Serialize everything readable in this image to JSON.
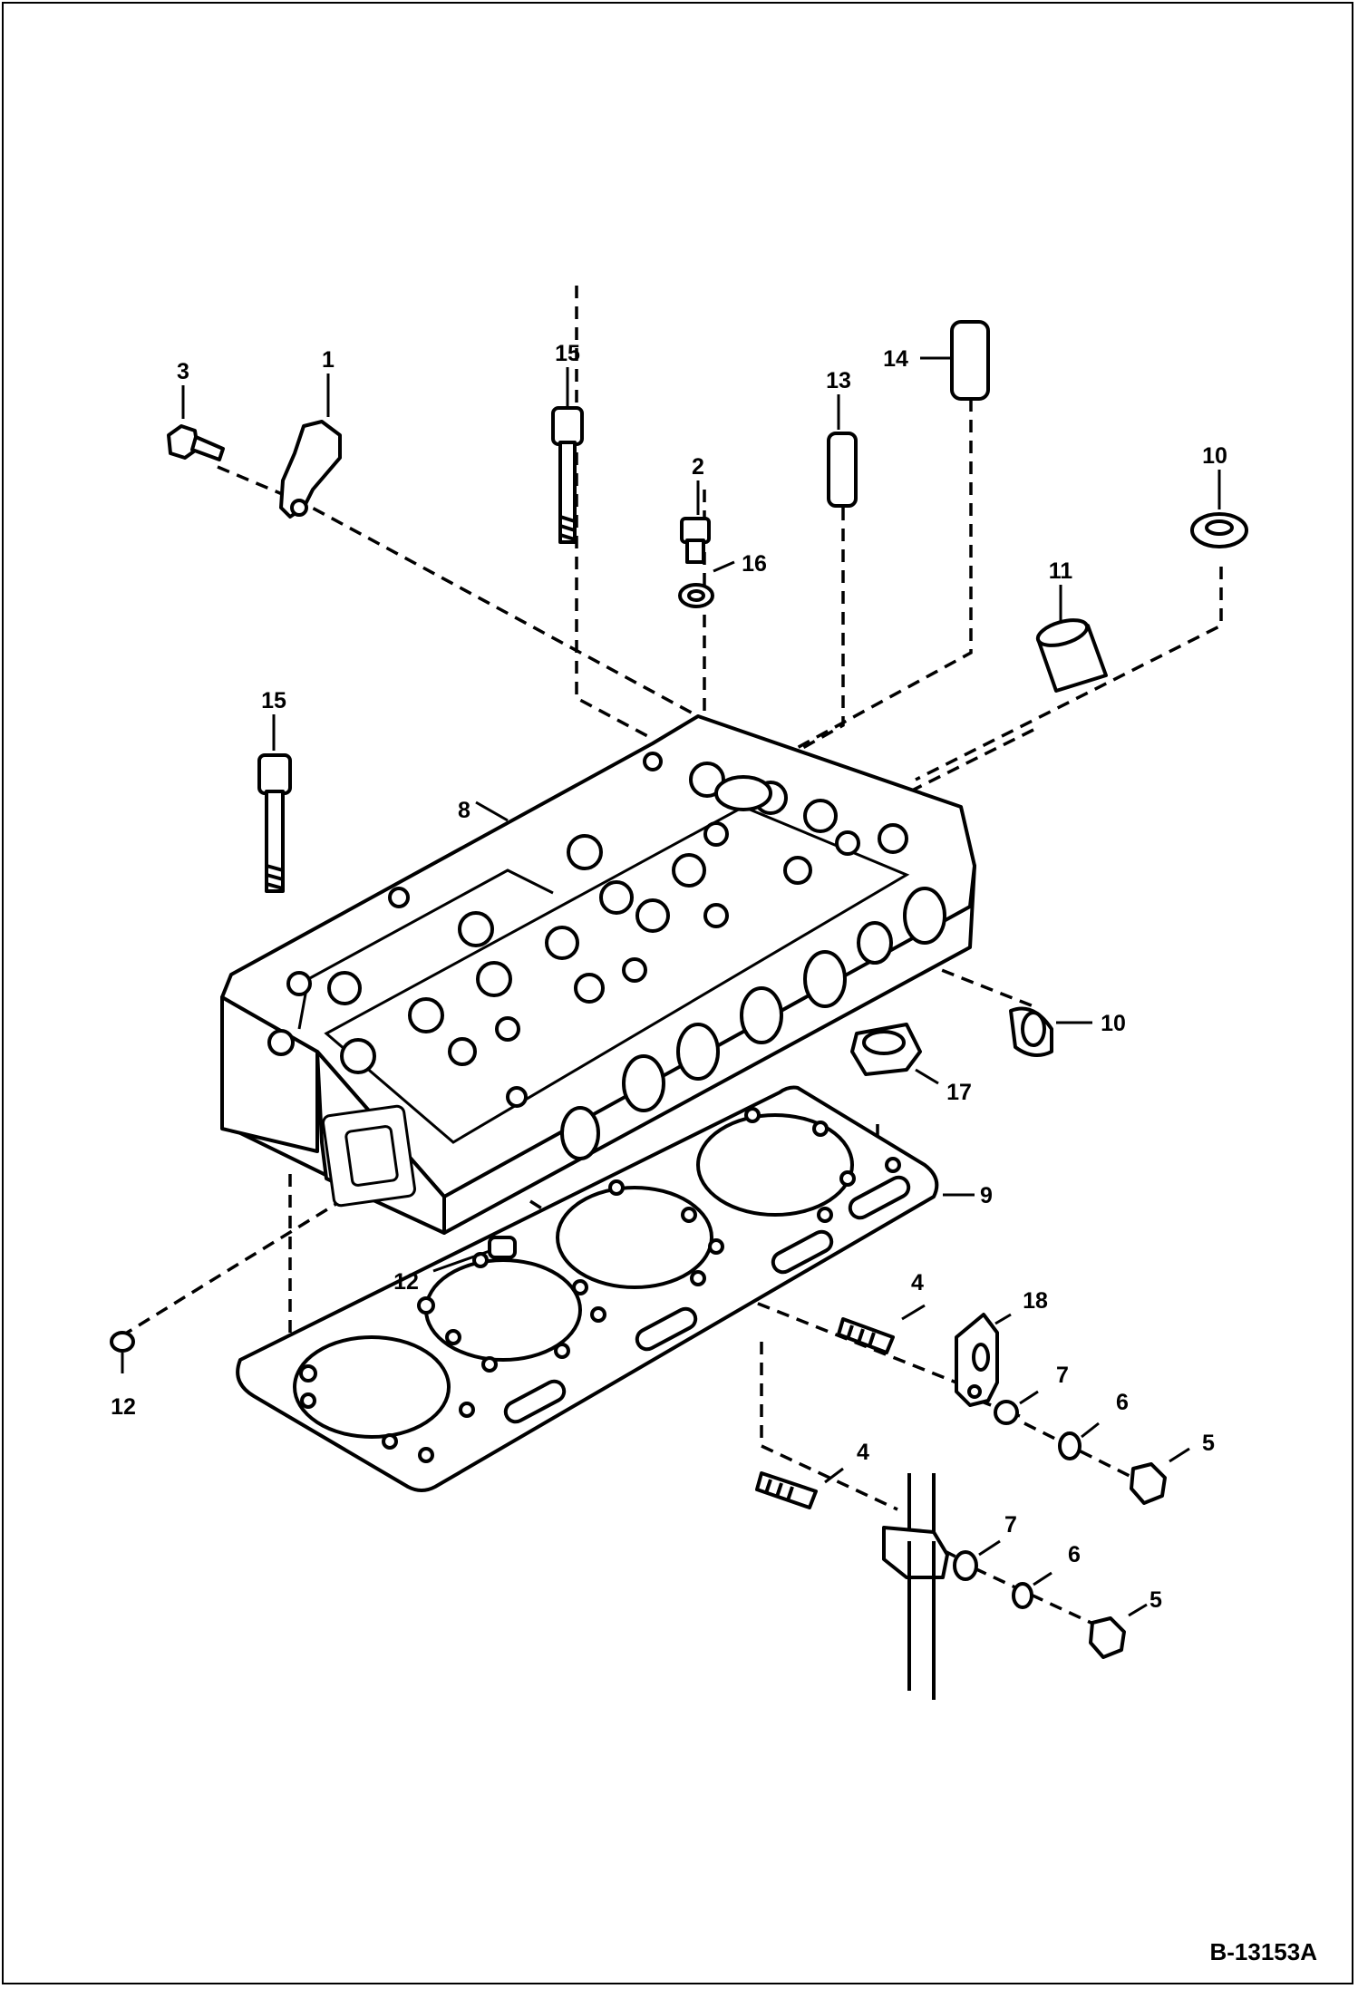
{
  "drawing": {
    "number": "B-13153A",
    "callouts": {
      "c1": "1",
      "c2": "2",
      "c3": "3",
      "c4a": "4",
      "c4b": "4",
      "c5a": "5",
      "c5b": "5",
      "c6a": "6",
      "c6b": "6",
      "c7a": "7",
      "c7b": "7",
      "c8": "8",
      "c9": "9",
      "c10a": "10",
      "c10b": "10",
      "c11": "11",
      "c12a": "12",
      "c12b": "12",
      "c13": "13",
      "c14": "14",
      "c15a": "15",
      "c15b": "15",
      "c16": "16",
      "c17": "17",
      "c18": "18"
    }
  }
}
